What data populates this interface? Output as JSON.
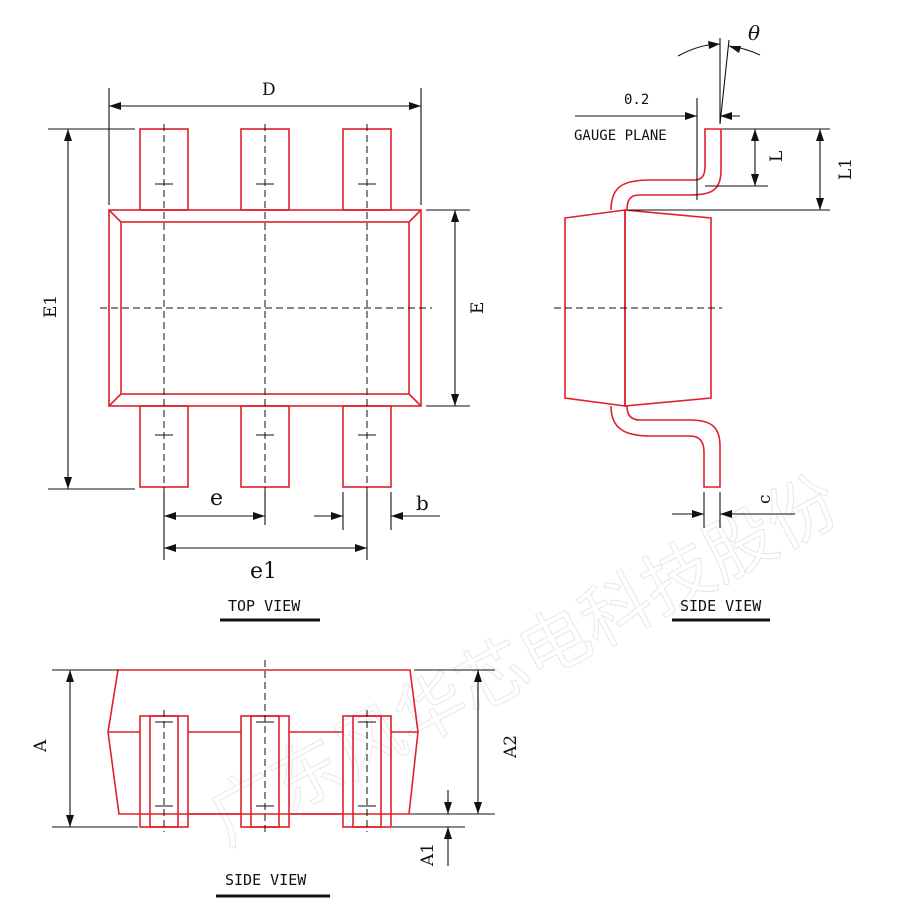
{
  "views": {
    "top": {
      "caption": "TOP VIEW",
      "labels": {
        "D": "D",
        "E1": "E1",
        "E": "E",
        "e": "e",
        "e1": "e1",
        "b": "b"
      }
    },
    "side_right": {
      "caption": "SIDE VIEW",
      "labels": {
        "theta": "θ",
        "offset": "0.2",
        "gauge": "GAUGE PLANE",
        "L": "L",
        "L1": "L1",
        "c": "c"
      }
    },
    "side_bottom": {
      "caption": "SIDE VIEW",
      "labels": {
        "A": "A",
        "A2": "A2",
        "A1": "A1"
      }
    }
  },
  "colors": {
    "outline": "#e0202a",
    "dimension": "#111111",
    "watermark": "#d8d8d8"
  },
  "watermark": "广东风华芯电科技股份"
}
